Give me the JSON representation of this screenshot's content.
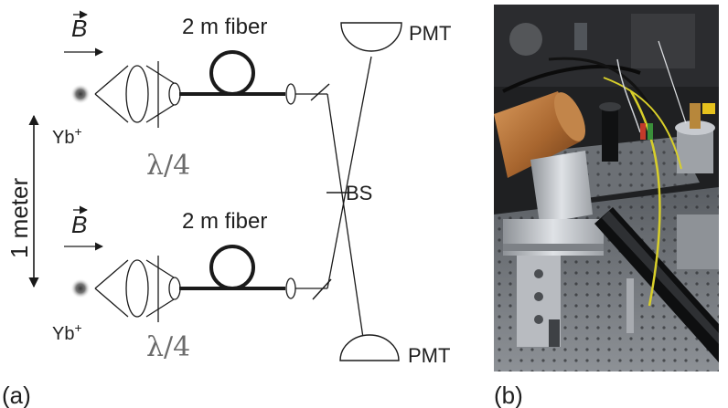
{
  "panel_a": {
    "label": "(a)",
    "field_label": "B",
    "fiber_label": "2 m fiber",
    "ion_label": "Yb",
    "ion_charge": "+",
    "waveplate_label": "λ/4",
    "detector_label": "PMT",
    "beamsplitter_label": "BS",
    "distance_label": "1 meter"
  },
  "panel_b": {
    "label": "(b)",
    "photo_description": "Photograph of the experimental apparatus"
  },
  "colors": {
    "line": "#1a1a1a",
    "lambda_text": "#6b6b6b",
    "photo_background": "#242424",
    "copper": "#b0733d",
    "aluminum": "#c9ccd0",
    "yellow_wire": "#d8cf2a"
  }
}
